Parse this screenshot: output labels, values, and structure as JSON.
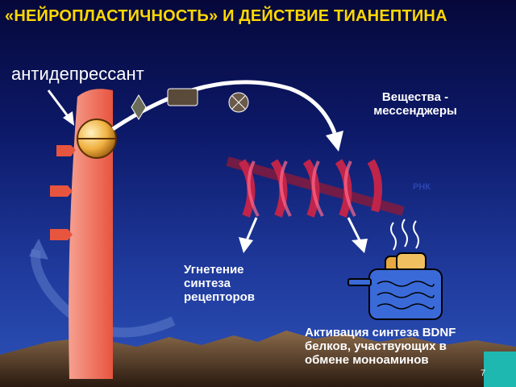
{
  "slide": {
    "title": "«НЕЙРОПЛАСТИЧНОСТЬ» И ДЕЙСТВИЕ ТИАНЕПТИНА",
    "antidepressant_label": "антидепрессант",
    "messengers_label": "Вещества -\nмессенджеры",
    "rnk_label": "РНК",
    "inhibition_label": "Угнетение\nсинтеза\nрецепторов",
    "activation_label": "Активация синтеза BDNF\nбелков, участвующих в\nобмене моноаминов",
    "page_number": "7"
  },
  "colors": {
    "title": "#ffd800",
    "membrane": "#f07a6a",
    "dna": "#c0244a",
    "background_top": "#06083a",
    "background_bottom": "#2d52b8"
  },
  "icons": [
    "receptor-sphere-icon",
    "diamond-icon",
    "box-icon",
    "cross-circle-icon",
    "dna-helix-icon",
    "toaster-icon",
    "mountains-icon"
  ]
}
